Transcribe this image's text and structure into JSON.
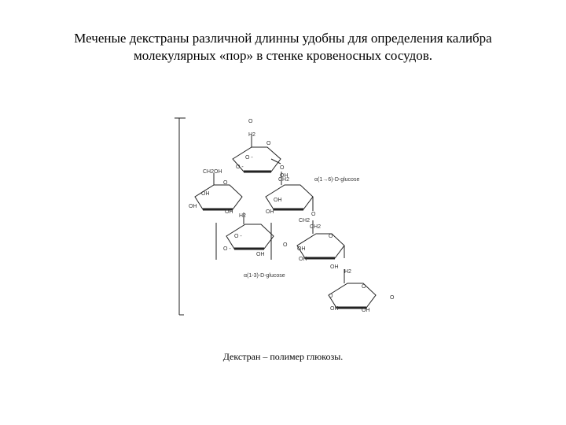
{
  "title": {
    "line1": "Меченые декстраны различной длинны удобны для определения калибра",
    "line2": "молекулярных «пор» в стенке кровеносных сосудов."
  },
  "figure": {
    "labels": {
      "o": "O",
      "h2": "H2",
      "ch2": "CH2",
      "ch2oh": "CH2OH",
      "oh": "OH",
      "o_dash": "O -",
      "link_16": "α(1→6)-D-glucose",
      "link_13": "α(1-3)-D-glucose"
    },
    "caption": "Декстран – полимер глюкозы."
  }
}
